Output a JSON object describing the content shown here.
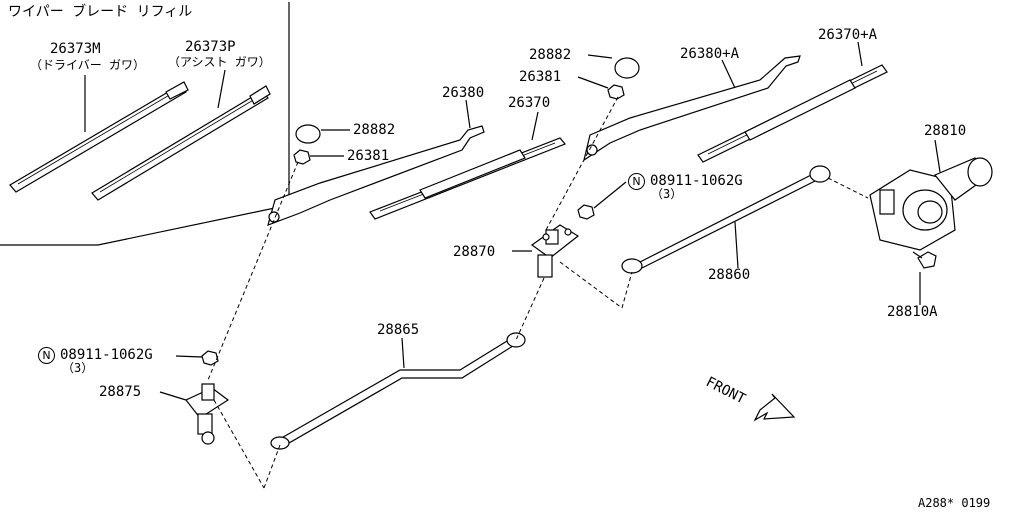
{
  "refill": {
    "title": "ワイパー ブレード リフィル",
    "driver": {
      "part": "26373M",
      "note": "（ドライバー ガワ）"
    },
    "assist": {
      "part": "26373P",
      "note": "（アシスト ガワ）"
    }
  },
  "labels": {
    "cap_left": "28882",
    "nut_left": "26381",
    "arm_left": "26380",
    "blade_left": "26370",
    "cap_right": "28882",
    "nut_right": "26381",
    "arm_right": "26380+A",
    "blade_right": "26370+A",
    "motor": "28810",
    "motor_bolt": "28810A",
    "nut_pivot_right": "08911-1062G",
    "nut_pivot_right_qty": "（3）",
    "pivot_right": "28870",
    "rod_right": "28860",
    "rod_center": "28865",
    "nut_pivot_left": "08911-1062G",
    "nut_pivot_left_qty": "（3）",
    "pivot_left": "28875",
    "n_symbol": "N"
  },
  "front": "FRONT",
  "code": "A288* 0199"
}
